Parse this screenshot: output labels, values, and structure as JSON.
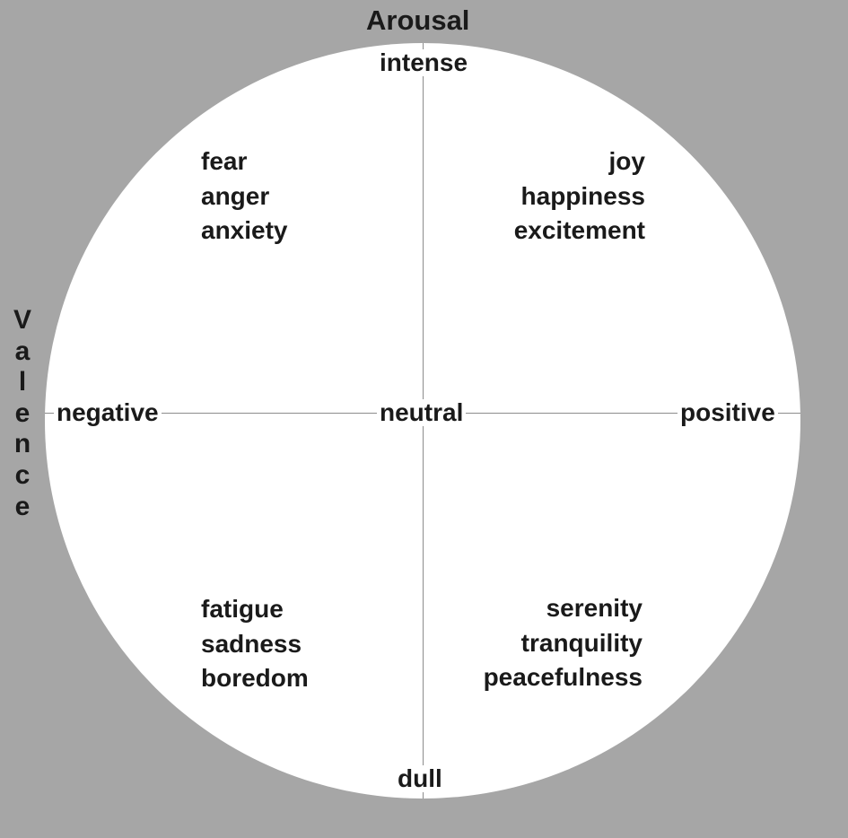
{
  "diagram": {
    "vertical_axis_title": "Arousal",
    "horizontal_axis_title": "Valence",
    "top_label": "intense",
    "bottom_label": "dull",
    "left_label": "negative",
    "right_label": "positive",
    "center_label": "neutral",
    "quadrants": {
      "top_left": [
        "fear",
        "anger",
        "anxiety"
      ],
      "top_right": [
        "joy",
        "happiness",
        "excitement"
      ],
      "bottom_left": [
        "fatigue",
        "sadness",
        "boredom"
      ],
      "bottom_right": [
        "serenity",
        "tranquility",
        "peacefulness"
      ]
    },
    "colors": {
      "background": "#a6a6a6",
      "circle": "#ffffff",
      "axis_lines": "#8c8c8c",
      "text": "#1a1a1a"
    }
  }
}
